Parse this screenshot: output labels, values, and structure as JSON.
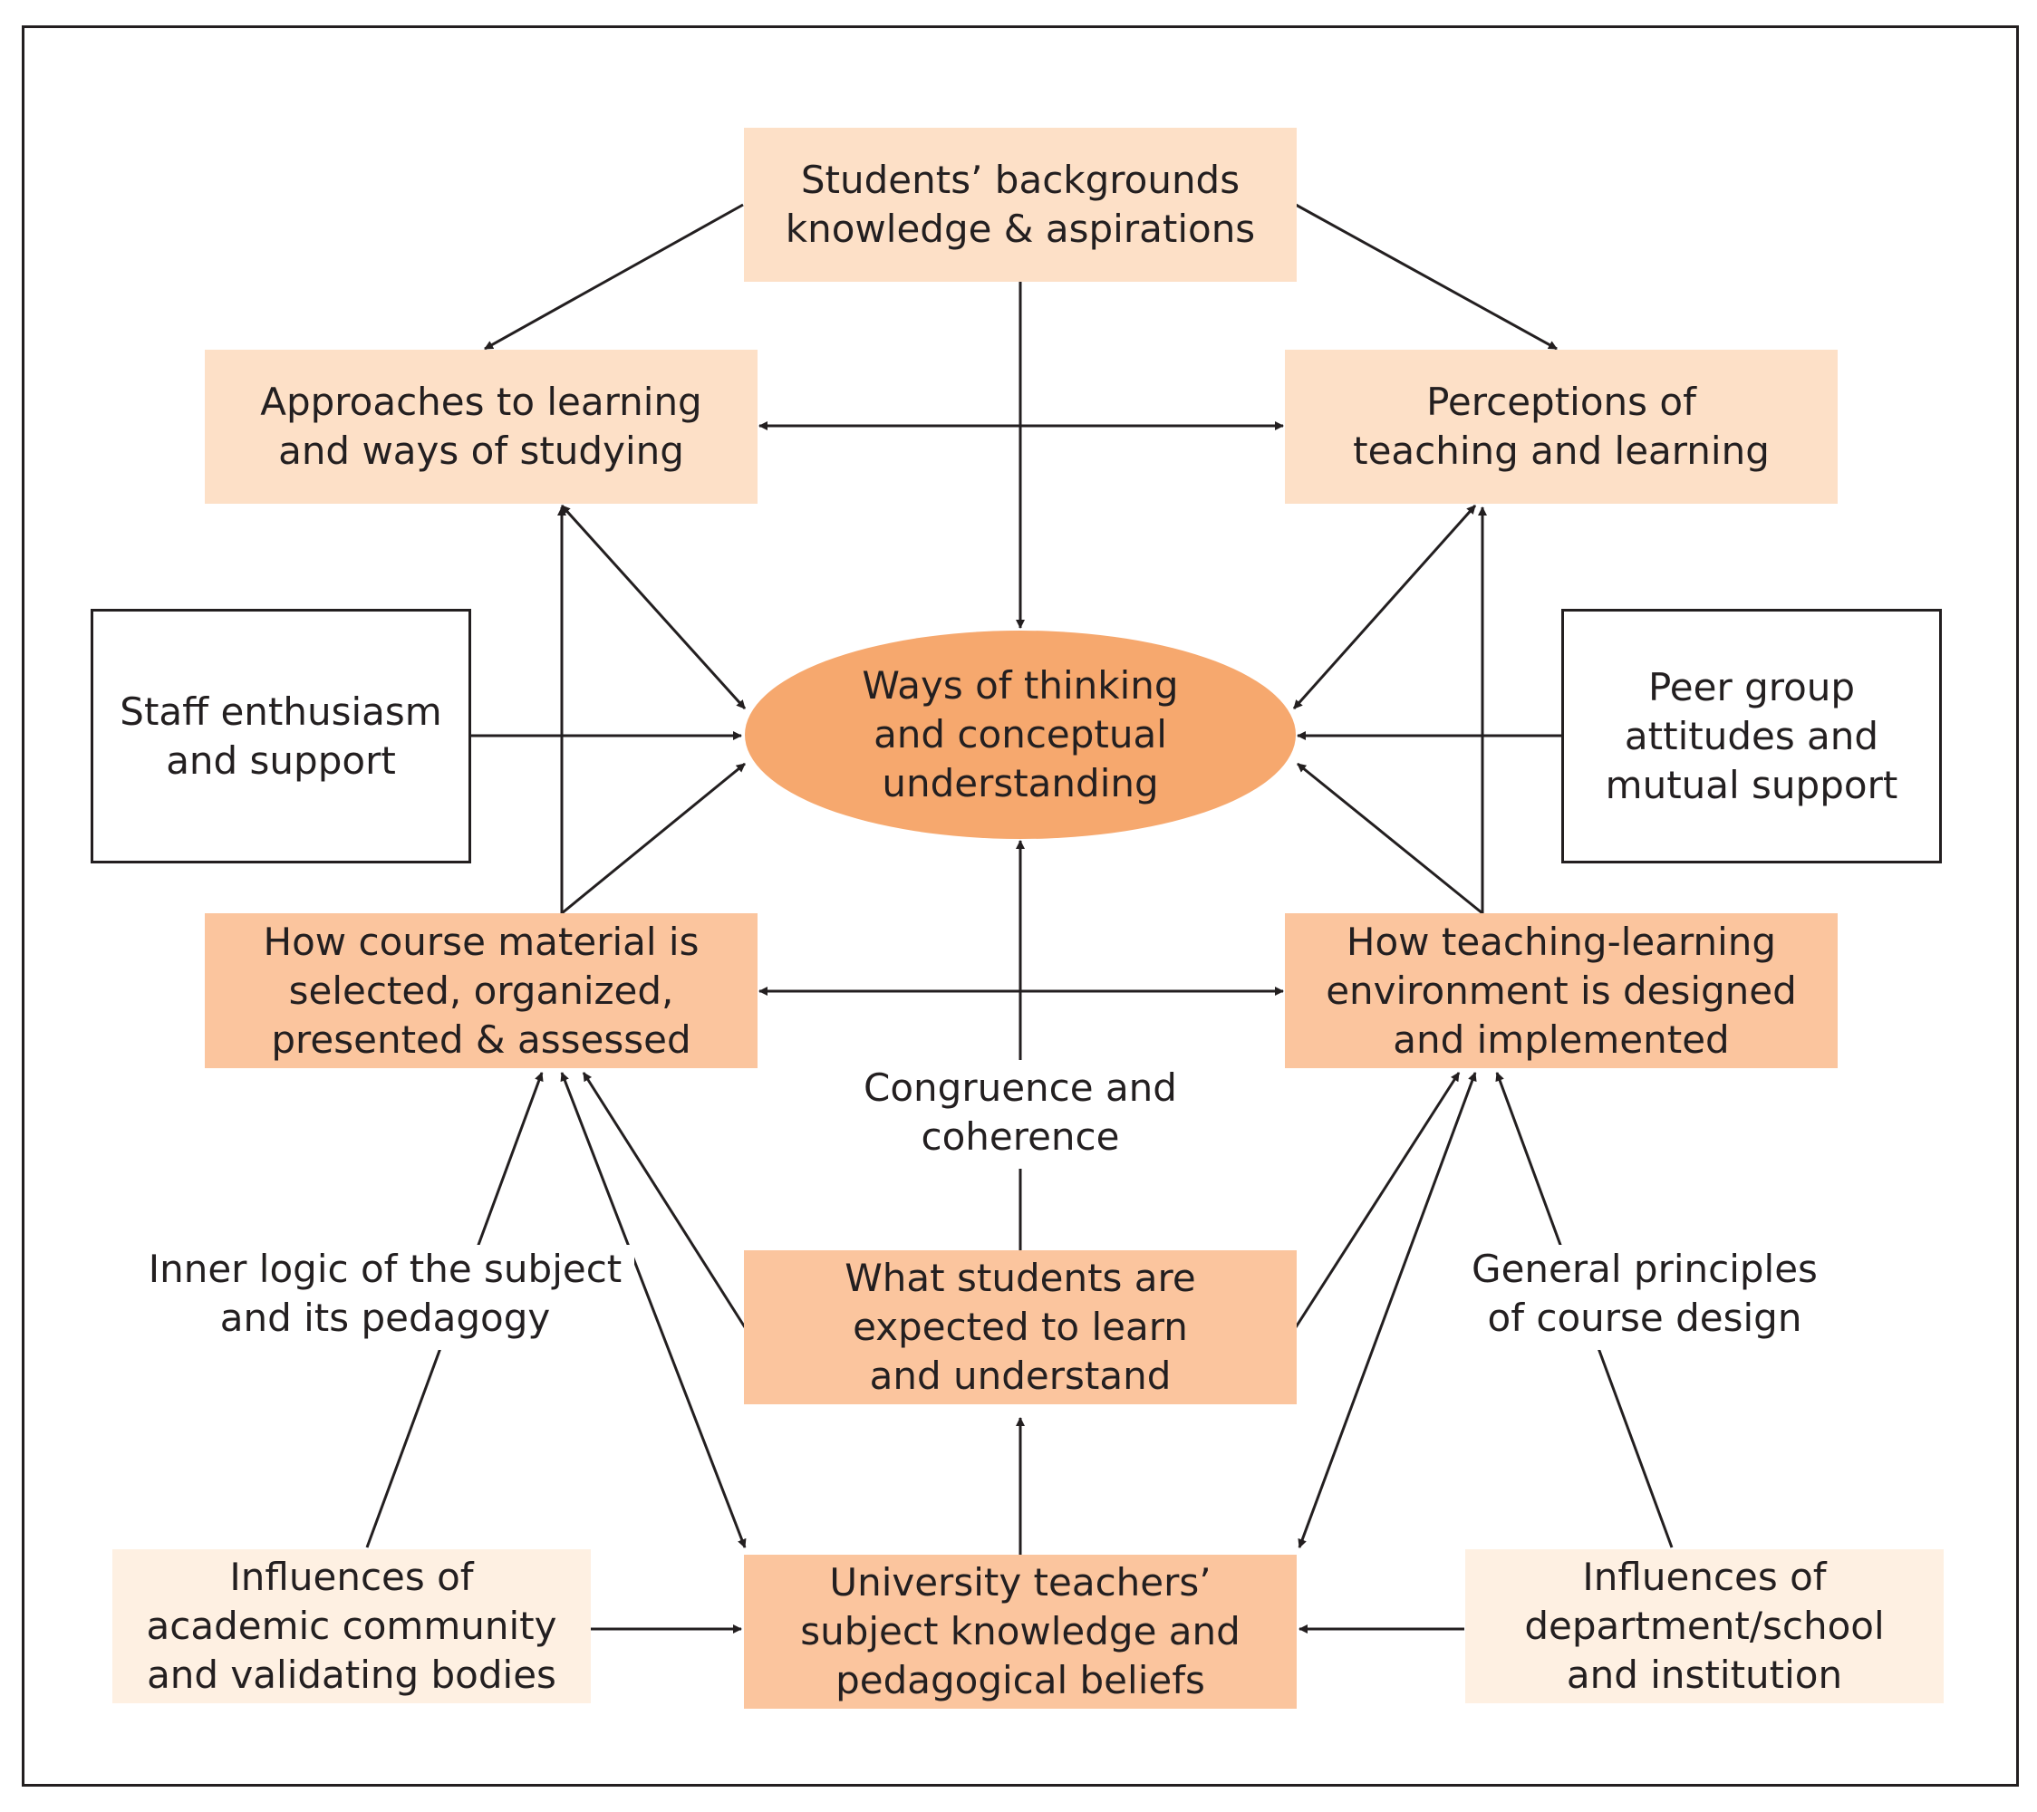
{
  "nodes": {
    "students_backgrounds": "Students’ backgrounds\nknowledge & aspirations",
    "approaches": "Approaches to learning\nand ways of studying",
    "perceptions": "Perceptions of\nteaching and learning",
    "staff_enthusiasm": "Staff enthusiasm\nand support",
    "ways_of_thinking": "Ways of thinking\nand conceptual\nunderstanding",
    "peer_group": "Peer group\nattitudes and\nmutual support",
    "course_material": "How course material is\nselected, organized,\npresented & assessed",
    "teaching_environment": "How teaching-learning\nenvironment is designed\nand implemented",
    "expected_to_learn": "What students are\nexpected to learn\nand understand",
    "teachers_knowledge": "University teachers’\nsubject knowledge and\npedagogical beliefs",
    "academic_community": "Influences of\nacademic community\nand validating bodies",
    "department_school": "Influences of\ndepartment/school\nand institution"
  },
  "labels": {
    "congruence": "Congruence and\ncoherence",
    "inner_logic": "Inner logic of the subject\nand its pedagogy",
    "general_principles": "General principles\nof course design"
  },
  "colors": {
    "light": "#fde0c7",
    "mid": "#fbc59e",
    "pale": "#fef0e2",
    "oval": "#f6a86e",
    "ink": "#231f20"
  }
}
